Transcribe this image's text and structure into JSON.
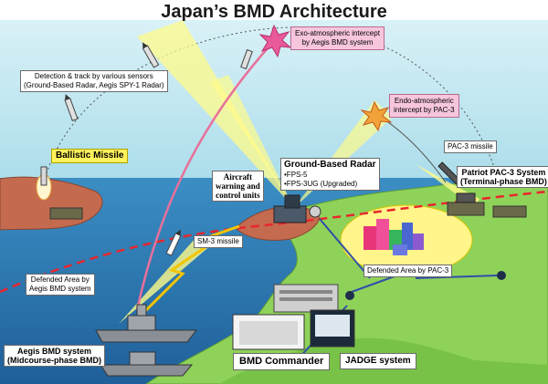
{
  "title": "Japan’s BMD Architecture",
  "labels": {
    "exo": [
      "Exo-atmospheric intercept",
      "by Aegis BMD system"
    ],
    "detection": [
      "Detection & track by various sensors",
      "(Ground-Based Radar, Aegis SPY-1 Radar)"
    ],
    "endo": [
      "Endo-atmospheric",
      "intercept by PAC-3"
    ],
    "ballistic_missile": "Ballistic Missile",
    "gbr_title": "Ground-Based Radar",
    "gbr_items": [
      "•FPS-5",
      "•FPS-3UG (Upgraded)"
    ],
    "aircraft": [
      "Aircraft",
      "warning and",
      "control units"
    ],
    "pac3_missile": "PAC-3 missile",
    "patriot": [
      "Patriot PAC-3 System",
      "(Terminal-phase BMD)"
    ],
    "sm3": "SM-3 missile",
    "defended_pac3": "Defended Area by PAC-3",
    "defended_aegis": [
      "Defended Area by",
      "Aegis BMD system"
    ],
    "aegis": [
      "Aegis BMD system",
      "(Midcourse-phase BMD)"
    ],
    "commander": "BMD Commander",
    "jadge": "JADGE system"
  },
  "colors": {
    "sky": "#c9eaf3",
    "sea": "#2b7fb8",
    "land": "#8fd25a",
    "desert": "#c46b4f",
    "defended_pac3_zone": "#fff58a",
    "dashed_boundary": "#e8262c",
    "sm3_trajectory": "#e8709a",
    "label_pink": "#f7c6dd",
    "label_yellow": "#fff25a"
  }
}
